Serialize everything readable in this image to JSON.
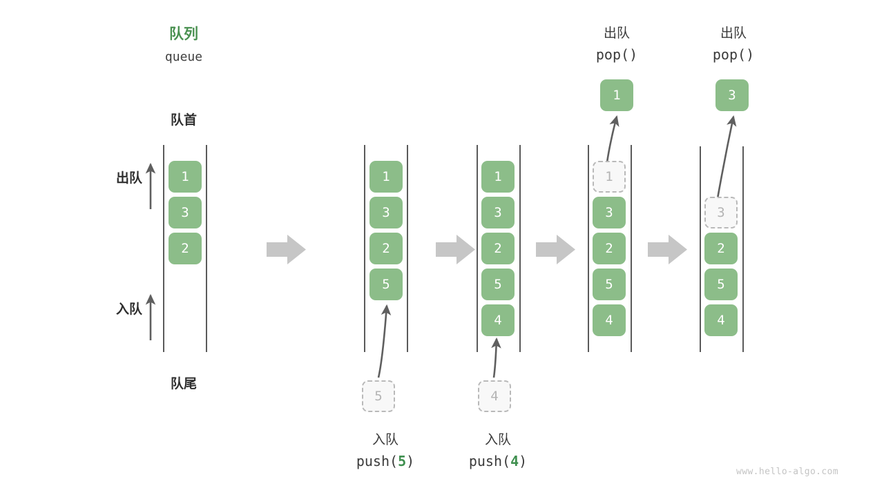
{
  "figure": {
    "title_cn": "队列",
    "title_en": "queue",
    "head_label": "队首",
    "tail_label": "队尾",
    "dequeue_axis_label": "出队",
    "enqueue_axis_label": "入队",
    "watermark": "www.hello-algo.com",
    "accent_green": "#4a9151",
    "cell_green": "#8cbd89",
    "ghost_gray": "#b4b4b4",
    "rail_gray": "#5a5a5a",
    "arrow_gray": "#c6c6c6",
    "thin_arrow_gray": "#5f5f5f"
  },
  "steps": [
    {
      "id": "initial",
      "cells": [
        "1",
        "3",
        "2"
      ],
      "ghost_index": null,
      "op_cn": "",
      "op_code": "",
      "detached": null
    },
    {
      "id": "push-5",
      "cells": [
        "1",
        "3",
        "2",
        "5"
      ],
      "ghost_index": null,
      "op_cn": "入队",
      "op_code_prefix": "push(",
      "op_code_arg": "5",
      "op_code_suffix": ")",
      "detached": {
        "value": "5",
        "kind": "ghost",
        "position": "below"
      }
    },
    {
      "id": "push-4",
      "cells": [
        "1",
        "3",
        "2",
        "5",
        "4"
      ],
      "ghost_index": null,
      "op_cn": "入队",
      "op_code_prefix": "push(",
      "op_code_arg": "4",
      "op_code_suffix": ")",
      "detached": {
        "value": "4",
        "kind": "ghost",
        "position": "below"
      }
    },
    {
      "id": "pop-1",
      "cells": [
        "1",
        "3",
        "2",
        "5",
        "4"
      ],
      "ghost_index": 0,
      "op_cn": "出队",
      "op_code_prefix": "pop(",
      "op_code_arg": "",
      "op_code_suffix": ")",
      "detached": {
        "value": "1",
        "kind": "solid",
        "position": "above"
      }
    },
    {
      "id": "pop-3",
      "cells": [
        "3",
        "2",
        "5",
        "4"
      ],
      "ghost_index": 0,
      "op_cn": "出队",
      "op_code_prefix": "pop(",
      "op_code_arg": "",
      "op_code_suffix": ")",
      "detached": {
        "value": "3",
        "kind": "solid",
        "position": "above"
      }
    }
  ],
  "transition_arrows": [
    {
      "id": "arrow-1-2"
    },
    {
      "id": "arrow-2-3"
    },
    {
      "id": "arrow-3-4"
    },
    {
      "id": "arrow-4-5"
    }
  ]
}
